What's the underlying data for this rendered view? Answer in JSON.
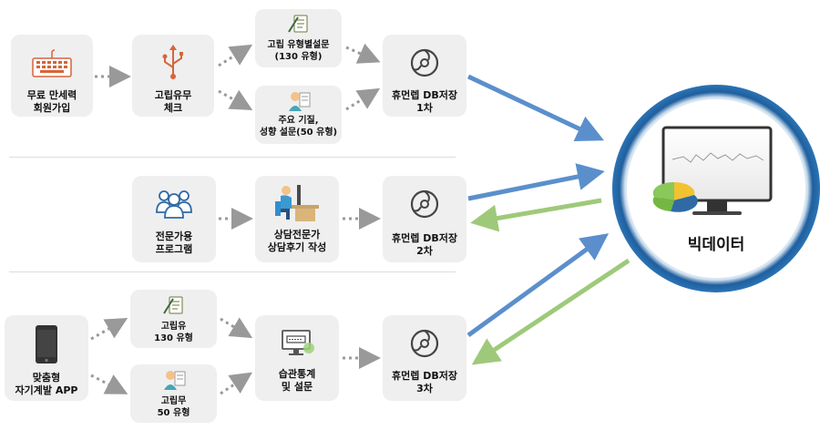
{
  "nodes": {
    "signup": "무료 만세력\n회원가입",
    "check": "고립유무\n체크",
    "survey_by_type": "고립 유형별설문\n(130 유형)",
    "temperament_survey": "주요 기질,\n성향 설문(50 유형)",
    "db1": "휴먼렙 DB저장\n1차",
    "expert_program": "전문가용\n프로그램",
    "counselor_review": "상담전문가\n상담후기 작성",
    "db2": "휴먼렙 DB저장\n2차",
    "app": "맞춤형\n자기계발 APP",
    "isolated_130": "고립유\n130 유형",
    "non_isolated_50": "고립무\n50 유형",
    "habit_stats": "습관통계\n및 설문",
    "db3": "휴먼렙 DB저장\n3차",
    "bigdata": "빅데이터"
  },
  "colors": {
    "box_bg": "#efefef",
    "arrow_blue": "#5b8fcc",
    "arrow_green": "#9fc97a",
    "dotted_arrow": "#999999",
    "ring": "#1f5f9e"
  },
  "icons": {
    "signup": "keyboard-icon",
    "check": "usb-icon",
    "survey_by_type": "survey-icon",
    "temperament_survey": "person-document-icon",
    "db": "disc-icon",
    "expert_program": "people-group-icon",
    "counselor_review": "counselor-desk-icon",
    "app": "smartphone-icon",
    "habit_stats": "monitor-stats-icon",
    "bigdata": "computer-piechart-icon"
  }
}
